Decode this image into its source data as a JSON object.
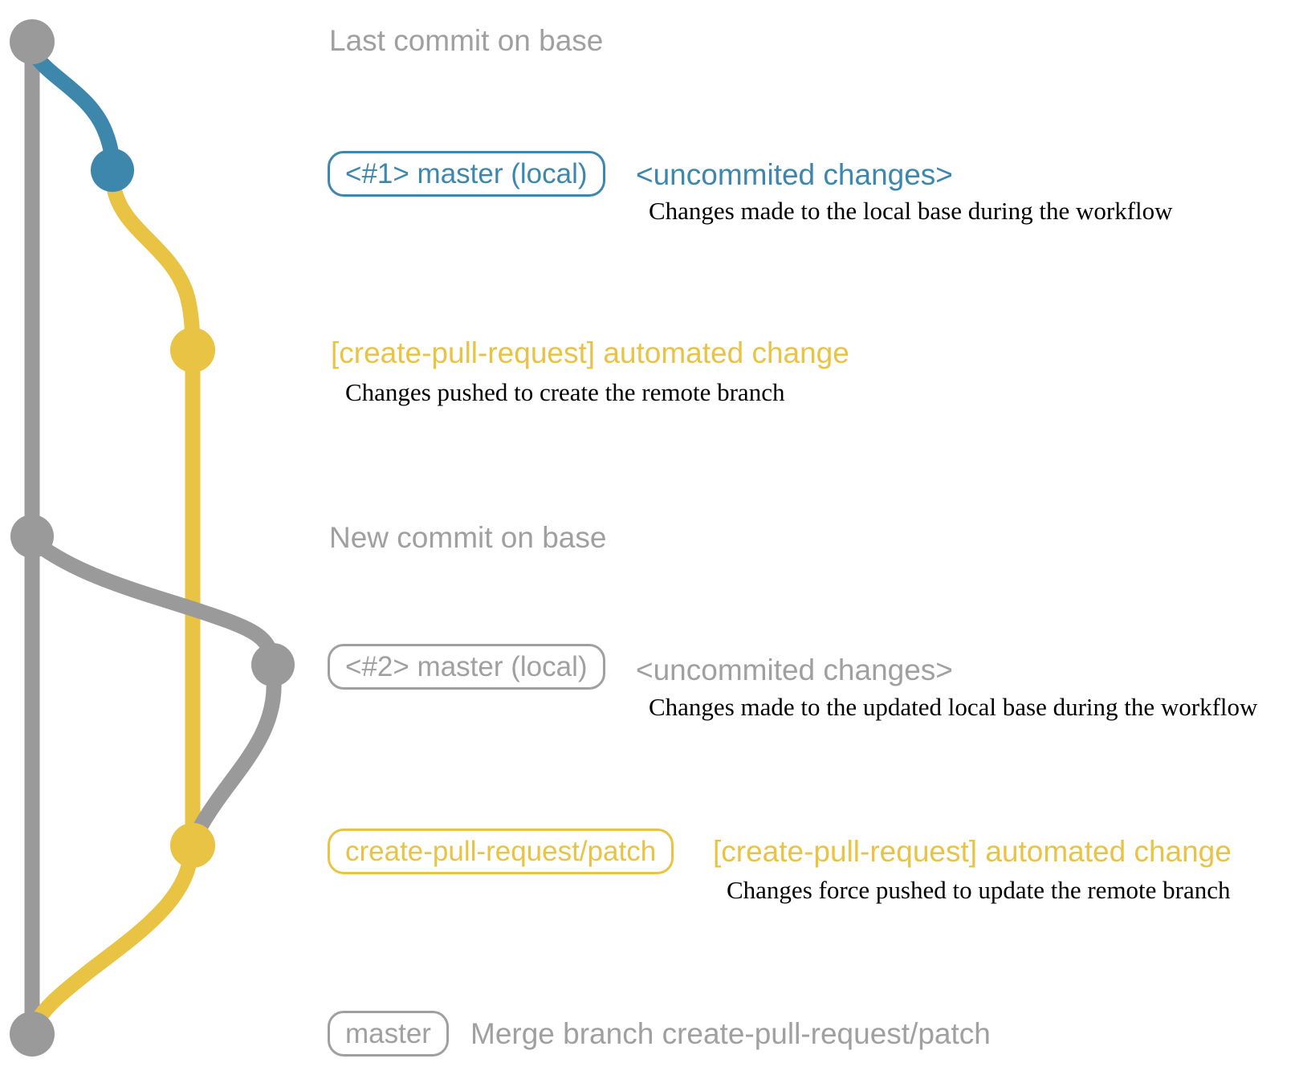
{
  "colors": {
    "base": "#9a9a9a",
    "local": "#3d87ad",
    "remote": "#e9c344",
    "muted": "#a0a0a0",
    "note": "#000000"
  },
  "graph": {
    "branches": [
      {
        "name": "base",
        "color_key": "base"
      },
      {
        "name": "local-master",
        "color_key": "local"
      },
      {
        "name": "create-pull-request-patch",
        "color_key": "remote"
      }
    ]
  },
  "rows": [
    {
      "heading": "Last commit on base"
    },
    {
      "badge": "<#1> master (local)",
      "heading": "<uncommited changes>",
      "note": "Changes made to the local base during the workflow"
    },
    {
      "heading": "[create-pull-request] automated change",
      "note": "Changes pushed to create the remote branch"
    },
    {
      "heading": "New commit on base"
    },
    {
      "badge": "<#2> master (local)",
      "heading": "<uncommited changes>",
      "note": "Changes made to the updated local base during the workflow"
    },
    {
      "badge": "create-pull-request/patch",
      "heading": "[create-pull-request] automated change",
      "note": "Changes force pushed to update the remote branch"
    },
    {
      "badge": "master",
      "heading": "Merge branch create-pull-request/patch"
    }
  ]
}
